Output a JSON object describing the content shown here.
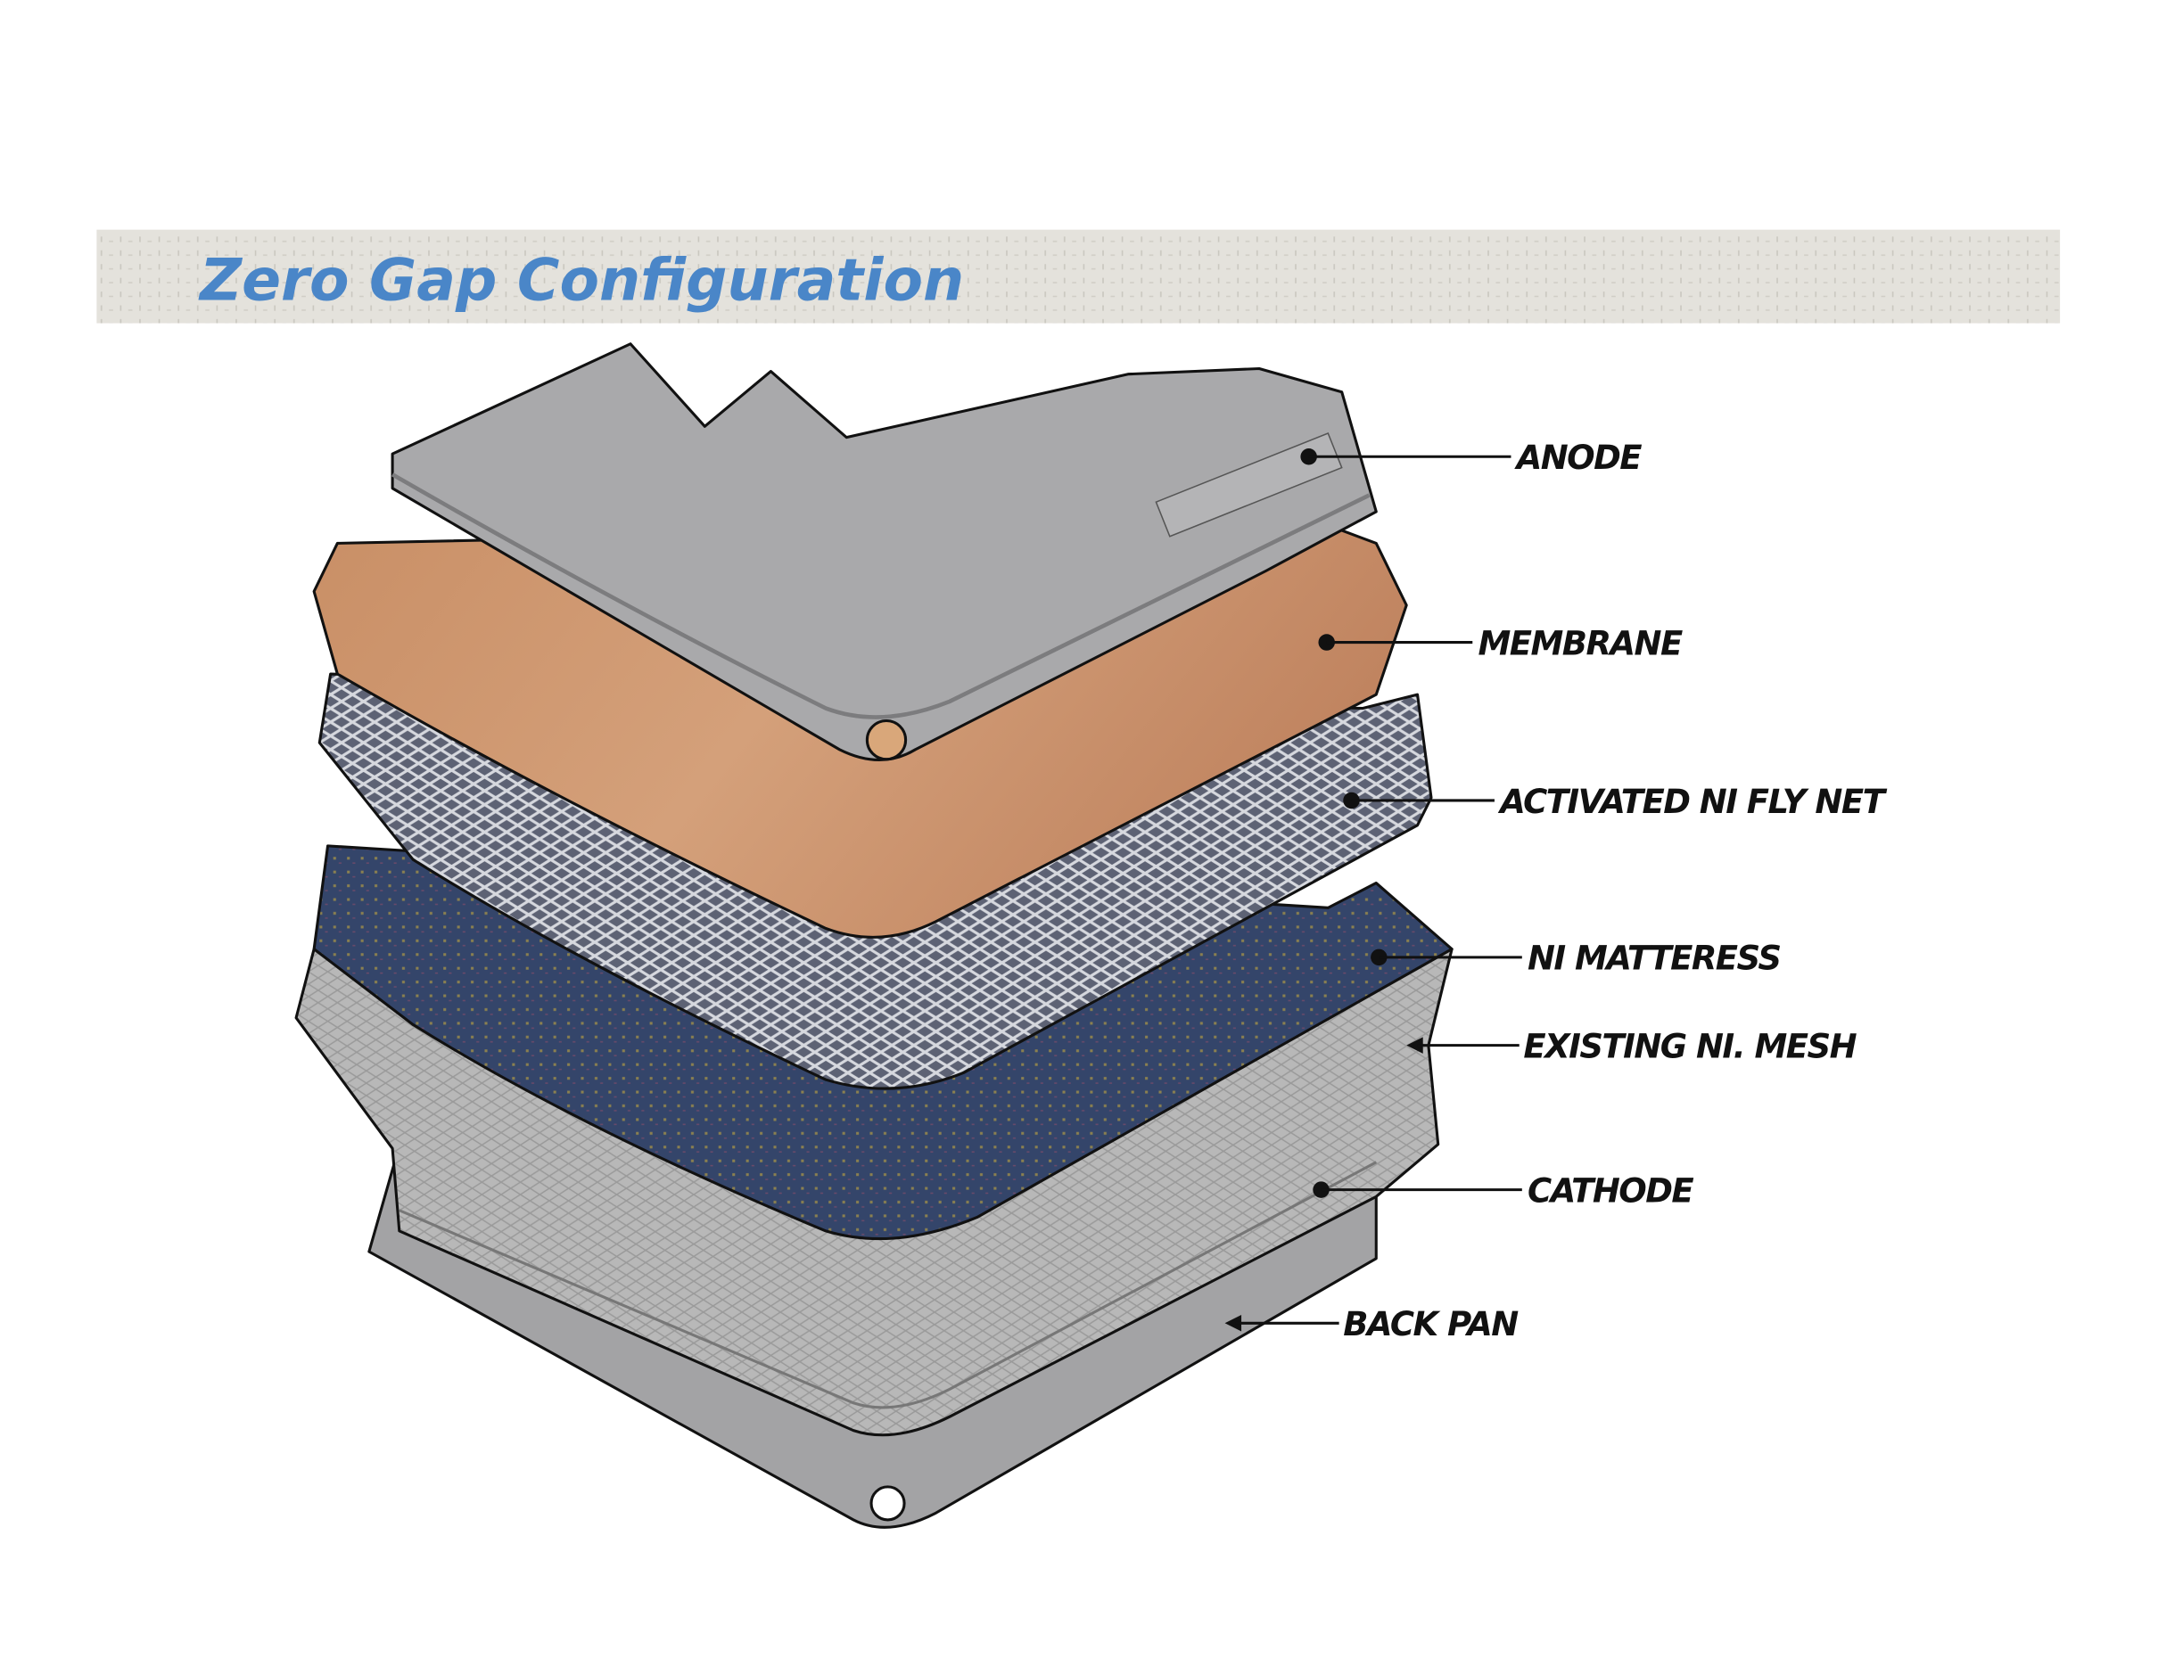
{
  "title": "Zero Gap Configuration",
  "colors": {
    "title": "#4a86c8",
    "banner": "#e4e2dc",
    "anode": "#a9a9ab",
    "membrane": "#c8916a",
    "fly_net": "#8b8e99",
    "mattress": "#3b4a6b",
    "mesh": "#b7b7b7",
    "back_pan": "#a3a3a5"
  },
  "labels": {
    "anode": "ANODE",
    "membrane": "MEMBRANE",
    "fly_net": "ACTIVATED NI FLY NET",
    "mattress": "NI MATTERESS",
    "mesh": "EXISTING NI. MESH",
    "cathode": "CATHODE",
    "back_pan": "BACK PAN"
  }
}
